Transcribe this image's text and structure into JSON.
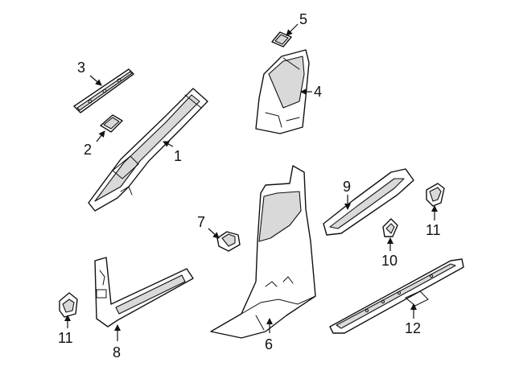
{
  "diagram": {
    "colors": {
      "line": "#111111",
      "shade": "#d9d9d9",
      "background": "#ffffff"
    },
    "callouts": {
      "c1": "1",
      "c2": "2",
      "c3": "3",
      "c4": "4",
      "c5": "5",
      "c6": "6",
      "c7": "7",
      "c8": "8",
      "c9": "9",
      "c10": "10",
      "c11a": "11",
      "c11b": "11",
      "c12": "12"
    }
  }
}
